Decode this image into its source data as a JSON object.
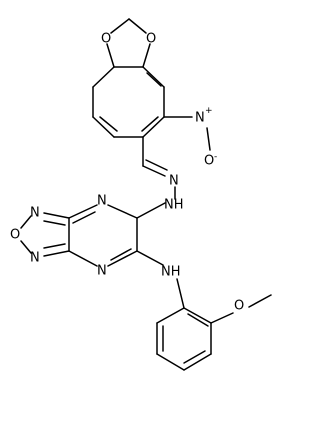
{
  "molecule": {
    "atoms": {
      "o_dioxole_top": "O",
      "o_dioxole_left": "O",
      "n_nitro": "N",
      "n_nitro_charge": "+",
      "o_nitro": "O",
      "o_nitro_charge": "-",
      "n_hydrazone": "N",
      "nh_hydrazone": "NH",
      "n_pyrazine_top": "N",
      "n_furazan_top": "N",
      "o_furazan": "O",
      "n_furazan_bottom": "N",
      "n_pyrazine_bottom": "N",
      "nh_anilino": "NH",
      "o_methoxy": "O"
    }
  }
}
